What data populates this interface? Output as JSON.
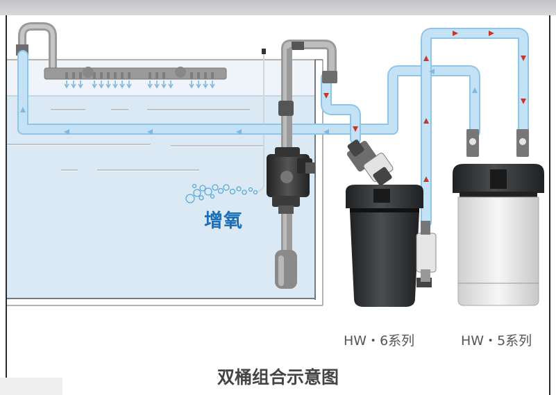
{
  "labels": {
    "aeration": "增氧",
    "model_hw6": "HW・6系列",
    "model_hw5": "HW・5系列",
    "title": "双桶组合示意图"
  },
  "colors": {
    "water": "#dbe9f4",
    "pipe_fill": "#c4e2f5",
    "pipe_edge": "#8ec5e8",
    "arrow_blue": "#7fb8e0",
    "arrow_red": "#c0392b",
    "canister_dark": "#2f3133",
    "canister_light": "#e6e6e6",
    "aeration_text": "#1f6fb4"
  },
  "icons": [
    "flow-arrow-blue",
    "flow-arrow-red",
    "bubble-icon"
  ]
}
